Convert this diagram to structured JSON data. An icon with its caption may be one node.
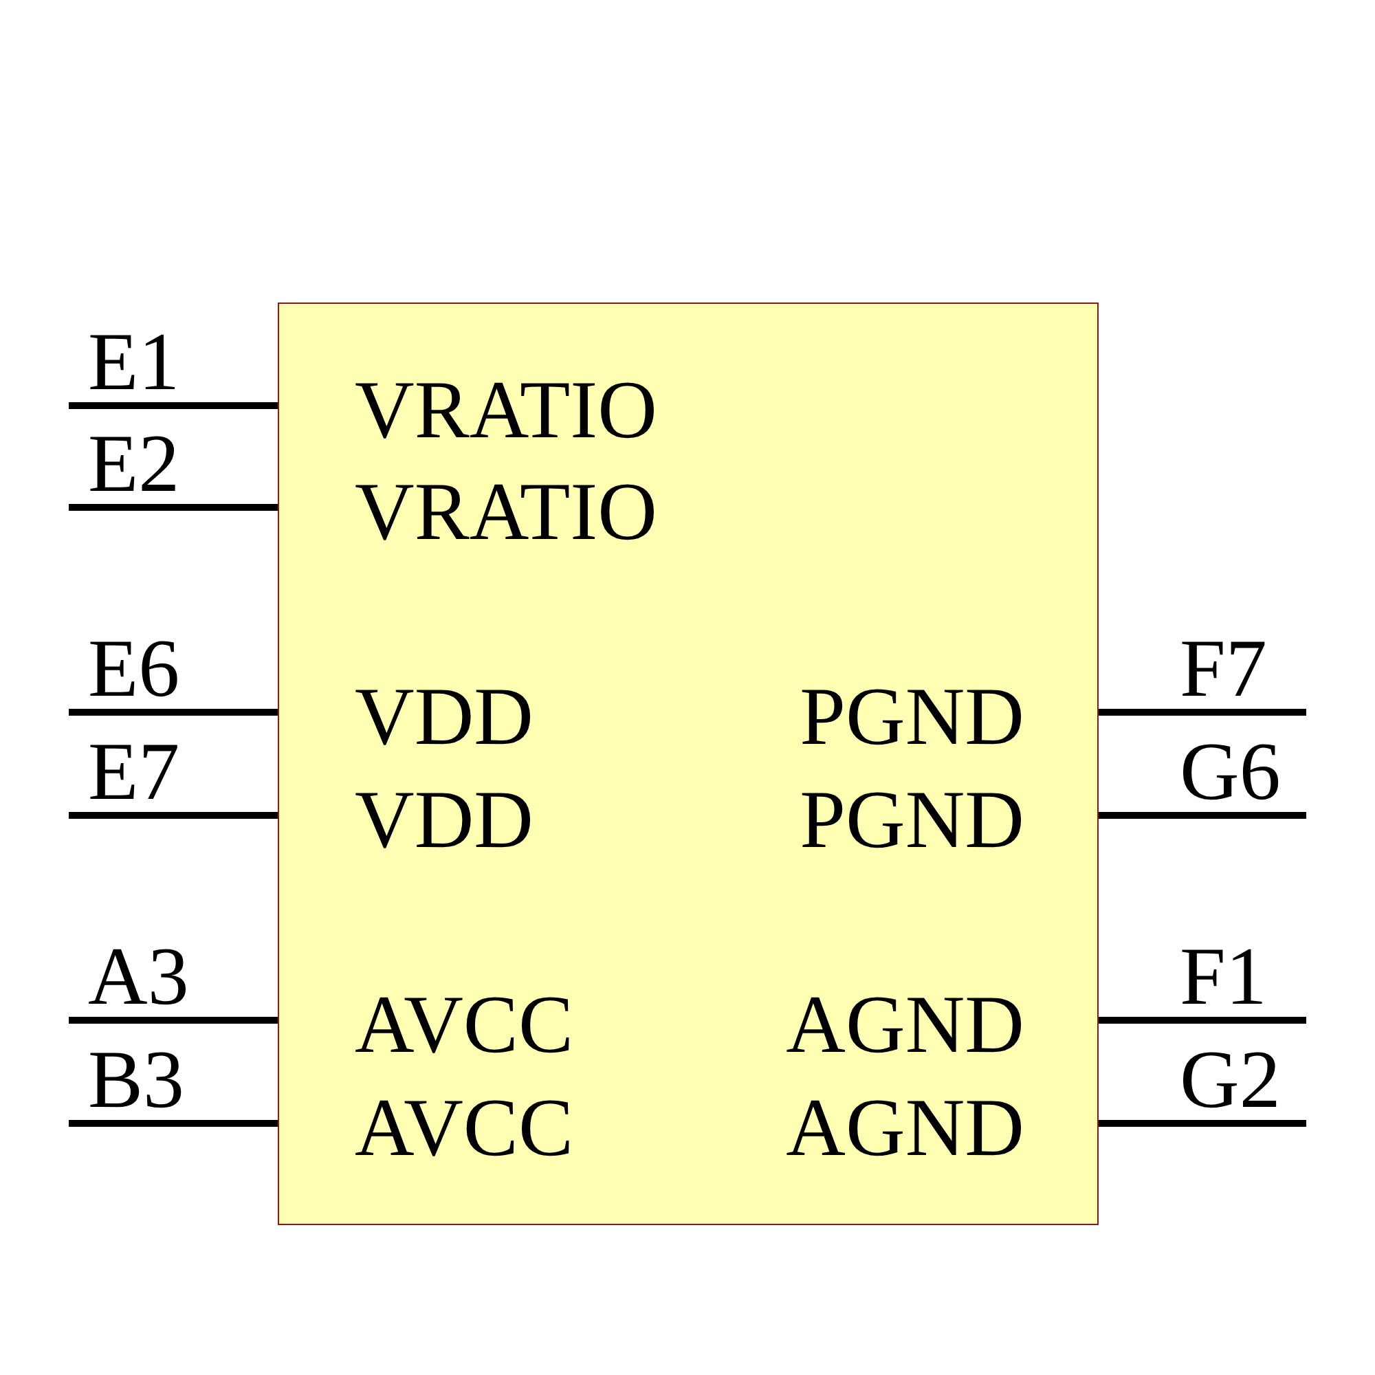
{
  "diagram": {
    "nodes": [
      {
        "text": [
          "VRATIO",
          "VRATIO",
          "VDD",
          "PGND",
          "VDD",
          "PGND",
          "AVCC",
          "AGND",
          "AVCC",
          "AGND"
        ]
      }
    ],
    "labels": [
      "E1",
      "E2",
      "E6",
      "F7",
      "E7",
      "G6",
      "A3",
      "F1",
      "B3",
      "G2"
    ]
  }
}
